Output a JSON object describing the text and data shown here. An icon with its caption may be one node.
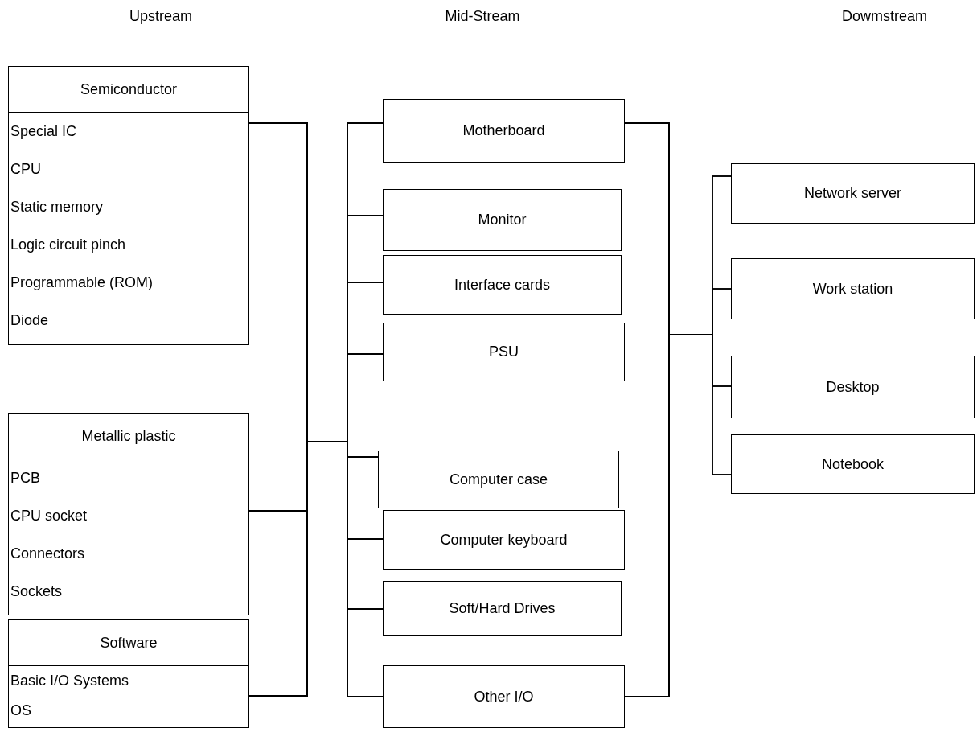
{
  "diagram": {
    "nodes": [
      {
        "text": [
          "Semiconductor",
          "Special IC",
          "CPU",
          "Static memory",
          "Logic circuit pinch",
          "Programmable (ROM)",
          "Diode"
        ]
      },
      {
        "text": [
          "Metallic plastic",
          "PCB",
          "CPU socket",
          "Connectors",
          "Sockets"
        ]
      },
      {
        "text": [
          "Software",
          "Basic I/O Systems",
          "OS"
        ]
      },
      {
        "text": [
          "Motherboard"
        ]
      },
      {
        "text": [
          "Monitor"
        ]
      },
      {
        "text": [
          "Interface cards"
        ]
      },
      {
        "text": [
          "PSU"
        ]
      },
      {
        "text": [
          "Computer case"
        ]
      },
      {
        "text": [
          "Computer keyboard"
        ]
      },
      {
        "text": [
          "Soft/Hard Drives"
        ]
      },
      {
        "text": [
          "Other I/O"
        ]
      },
      {
        "text": [
          "Network server"
        ]
      },
      {
        "text": [
          "Work station"
        ]
      },
      {
        "text": [
          "Desktop"
        ]
      },
      {
        "text": [
          "Notebook"
        ]
      }
    ],
    "edges": [
      {
        "from": 0,
        "to": 3,
        "arrow": "none"
      },
      {
        "from": 0,
        "to": 4,
        "arrow": "none"
      },
      {
        "from": 0,
        "to": 5,
        "arrow": "none"
      },
      {
        "from": 0,
        "to": 6,
        "arrow": "none"
      },
      {
        "from": 0,
        "to": 7,
        "arrow": "none"
      },
      {
        "from": 0,
        "to": 8,
        "arrow": "none"
      },
      {
        "from": 0,
        "to": 9,
        "arrow": "none"
      },
      {
        "from": 0,
        "to": 10,
        "arrow": "none"
      },
      {
        "from": 1,
        "to": 3,
        "arrow": "none"
      },
      {
        "from": 1,
        "to": 4,
        "arrow": "none"
      },
      {
        "from": 1,
        "to": 5,
        "arrow": "none"
      },
      {
        "from": 1,
        "to": 6,
        "arrow": "none"
      },
      {
        "from": 1,
        "to": 7,
        "arrow": "none"
      },
      {
        "from": 1,
        "to": 8,
        "arrow": "none"
      },
      {
        "from": 1,
        "to": 9,
        "arrow": "none"
      },
      {
        "from": 1,
        "to": 10,
        "arrow": "none"
      },
      {
        "from": 2,
        "to": 3,
        "arrow": "none"
      },
      {
        "from": 2,
        "to": 4,
        "arrow": "none"
      },
      {
        "from": 2,
        "to": 5,
        "arrow": "none"
      },
      {
        "from": 2,
        "to": 6,
        "arrow": "none"
      },
      {
        "from": 2,
        "to": 7,
        "arrow": "none"
      },
      {
        "from": 2,
        "to": 8,
        "arrow": "none"
      },
      {
        "from": 2,
        "to": 9,
        "arrow": "none"
      },
      {
        "from": 2,
        "to": 10,
        "arrow": "none"
      },
      {
        "from": 3,
        "to": 11,
        "arrow": "none"
      },
      {
        "from": 3,
        "to": 12,
        "arrow": "none"
      },
      {
        "from": 3,
        "to": 13,
        "arrow": "none"
      },
      {
        "from": 3,
        "to": 14,
        "arrow": "none"
      },
      {
        "from": 10,
        "to": 11,
        "arrow": "none"
      },
      {
        "from": 10,
        "to": 12,
        "arrow": "none"
      },
      {
        "from": 10,
        "to": 13,
        "arrow": "none"
      },
      {
        "from": 10,
        "to": 14,
        "arrow": "none"
      }
    ],
    "labels": [
      "Upstream",
      "Mid-Stream",
      "Dowmstream"
    ]
  }
}
